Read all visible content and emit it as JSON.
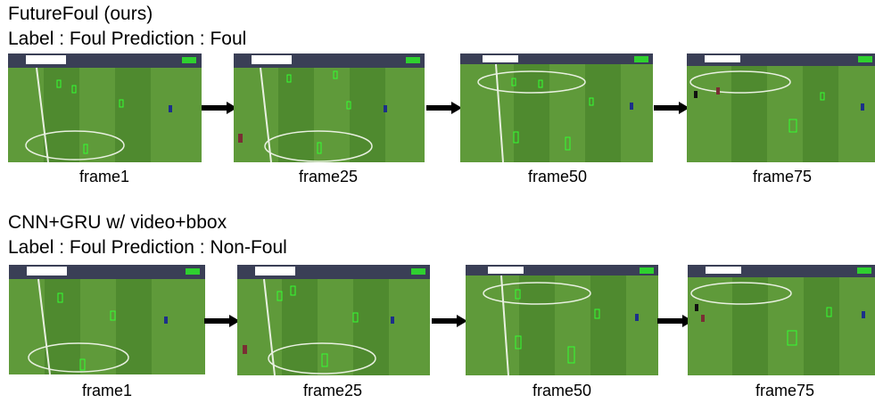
{
  "rows": [
    {
      "model": "FutureFoul (ours)",
      "result_line": "Label : Foul  Prediction : Foul",
      "frames": [
        {
          "caption": "frame1"
        },
        {
          "caption": "frame25"
        },
        {
          "caption": "frame50"
        },
        {
          "caption": "frame75"
        }
      ]
    },
    {
      "model": "CNN+GRU w/ video+bbox",
      "result_line": "Label : Foul  Prediction : Non-Foul",
      "frames": [
        {
          "caption": "frame1"
        },
        {
          "caption": "frame25"
        },
        {
          "caption": "frame50"
        },
        {
          "caption": "frame75"
        }
      ]
    }
  ],
  "colors": {
    "pitch_light": "#5f9a3a",
    "pitch_dark": "#4f8a2f",
    "bbox": "#33ff33",
    "arrow": "#000000"
  },
  "icons": [
    "right-arrow-icon"
  ]
}
